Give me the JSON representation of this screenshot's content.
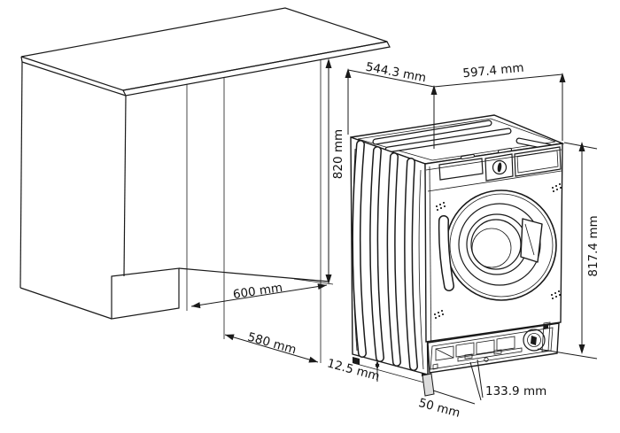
{
  "diagram": {
    "labels": {
      "depth_top": "544.3 mm",
      "width_top": "597.4 mm",
      "niche_height": "820 mm",
      "appliance_height": "817.4 mm",
      "niche_depth": "600 mm",
      "niche_width": "580 mm",
      "foot_clearance": "12.5 mm",
      "plinth_height": "133.9 mm",
      "plinth_recess": "50 mm"
    }
  }
}
